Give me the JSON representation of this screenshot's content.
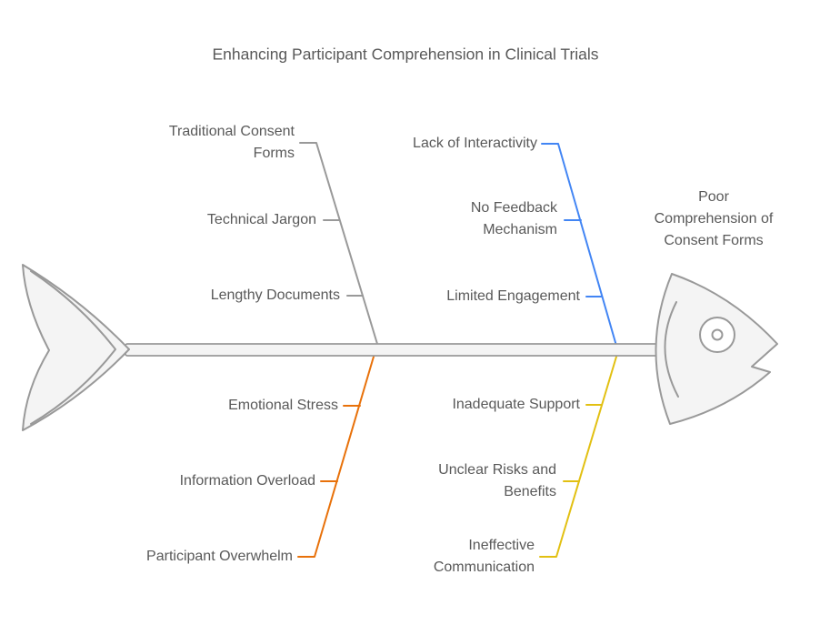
{
  "title": "Enhancing Participant Comprehension in Clinical Trials",
  "effect": {
    "label": "Poor\nComprehension of\nConsent Forms"
  },
  "colors": {
    "outline": "#999999",
    "bone_fill": "#f4f4f4",
    "eye_fill": "#ffffff",
    "text": "#595959",
    "gray_branch": "#999999",
    "blue_branch": "#4285f4",
    "orange_branch": "#e8710a",
    "yellow_branch": "#e2c012"
  },
  "branches": [
    {
      "id": "top-left",
      "color": "#999999",
      "causes": [
        "Traditional Consent\nForms",
        "Technical Jargon",
        "Lengthy Documents"
      ]
    },
    {
      "id": "top-right",
      "color": "#4285f4",
      "causes": [
        "Lack of Interactivity",
        "No Feedback\nMechanism",
        "Limited Engagement"
      ]
    },
    {
      "id": "bottom-left",
      "color": "#e8710a",
      "causes": [
        "Emotional Stress",
        "Information Overload",
        "Participant Overwhelm"
      ]
    },
    {
      "id": "bottom-right",
      "color": "#e2c012",
      "causes": [
        "Inadequate Support",
        "Unclear Risks and\nBenefits",
        "Ineffective\nCommunication"
      ]
    }
  ]
}
